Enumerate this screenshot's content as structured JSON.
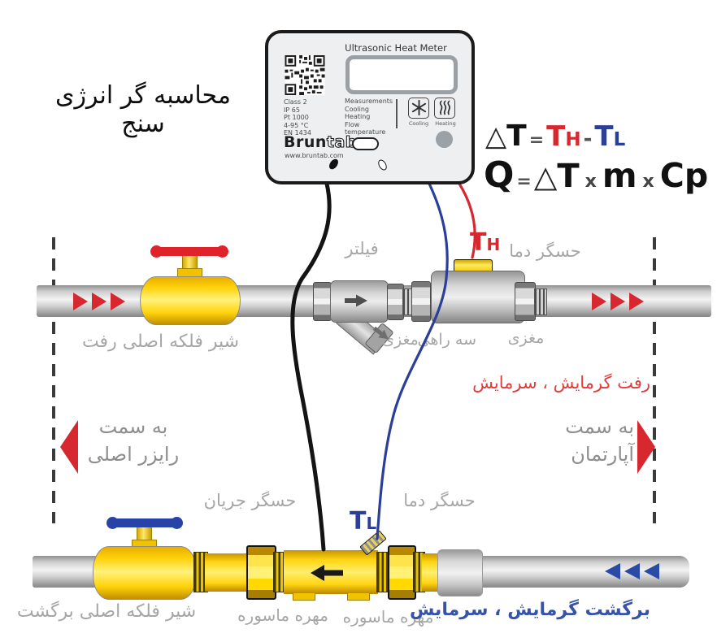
{
  "device": {
    "title": "Ultrasonic Heat Meter",
    "specs": [
      "Class 2",
      "IP 65",
      "Pt 1000",
      "4-95 °C",
      "EN 1434"
    ],
    "measure_lines": [
      "Measurements",
      "Cooling",
      "Heating",
      "Flow",
      "temperature"
    ],
    "cooling_caption": "Cooling",
    "heating_caption": "Heating",
    "brand_solid": "Brun",
    "brand_outline": "tab",
    "website": "www.bruntab.com"
  },
  "heading_fa": "محاسبه گر انرژی سنج",
  "formulas": {
    "delta": "△",
    "t": "T",
    "h": "H",
    "l": "L",
    "q": "Q",
    "m": "m",
    "cp": "Cp",
    "eq": "=",
    "minus": "-",
    "times": "x"
  },
  "labels_fa": {
    "supply_valve": "شیر فلکه اصلی رفت",
    "filter": "فیلتر",
    "temp_sensor_top": "حسگر دما",
    "nipple_left": "مغزی",
    "tee": "سه راهی",
    "nipple_right": "مغزی",
    "supply_flow": "رفت گرمایش ، سرمایش",
    "to_riser_line1": "به سمت",
    "to_riser_line2": "رایزر اصلی",
    "to_apartment_line1": "به سمت",
    "to_apartment_line2": "آپارتمان",
    "flow_sensor": "حسگر جریان",
    "temp_sensor_bottom": "حسگر دما",
    "return_valve": "شیر فلکه اصلی برگشت",
    "union_nut_mid": "مهره ماسوره",
    "union_nut_right": "مهره ماسوره",
    "return_flow": "برگشت گرمایش ، سرمایش"
  },
  "colors": {
    "hot": "#d7282f",
    "cold": "#2b3f98",
    "label_gray": "#a6a6a6",
    "pipe_yellow": "#ffd411"
  }
}
